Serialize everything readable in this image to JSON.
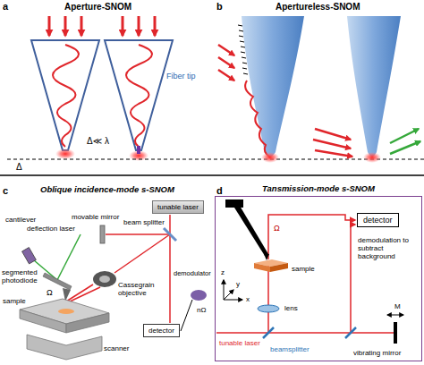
{
  "diagram": {
    "nodes": [
      {
        "text": [
          "tunable laser"
        ]
      },
      {
        "text": [
          "detector"
        ]
      },
      {
        "text": [
          "Tansmission-mode s-SNOM"
        ]
      },
      {
        "text": [
          "detector"
        ],
        "in": 2
      }
    ],
    "labels": [
      "a",
      "Aperture-SNOM",
      "Fiber tip",
      "Δ≪ λ",
      "Δ",
      "b",
      "Apertureless-SNOM",
      "c",
      "Oblique incidence-mode s-SNOM",
      "movable mirror",
      "beam splitter",
      "cantilever",
      "deflection laser",
      "segmented photodiode",
      "demodulator",
      "Ω",
      "nΩ",
      "Cassegrain objective",
      "sample",
      "scanner",
      "d",
      "demodulation to subtract background",
      "z",
      "y",
      "x",
      "Ω",
      "sample",
      "lens",
      "tunable laser",
      "beamsplitter",
      "vibrating mirror",
      "M"
    ]
  }
}
